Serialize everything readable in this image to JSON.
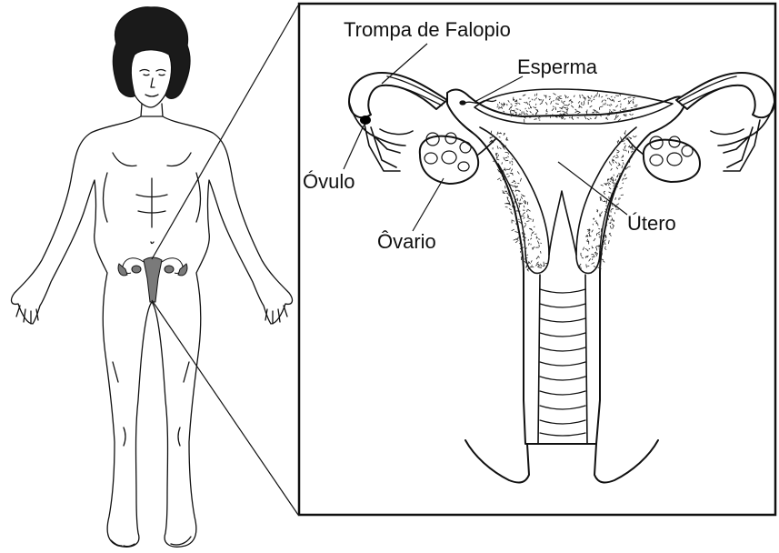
{
  "labels": {
    "fallopian_tube": "Trompa de Falopio",
    "sperm": "Esperma",
    "ovum": "Óvulo",
    "ovary": "Ôvario",
    "uterus": "Útero"
  },
  "colors": {
    "line": "#111111",
    "organ_fill": "#7a7a7a",
    "background": "#ffffff"
  }
}
